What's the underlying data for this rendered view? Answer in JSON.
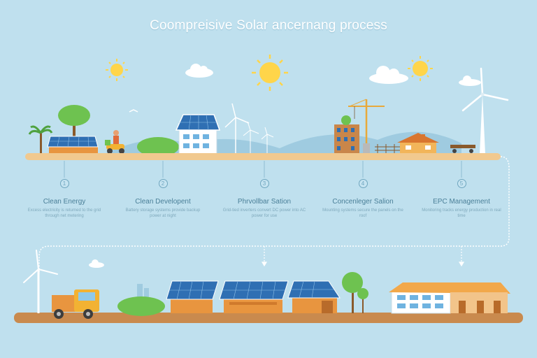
{
  "title": "Coompreisive Solar ancernang process",
  "steps": [
    {
      "num": "1",
      "label": "Clean Energy",
      "desc": "Excess electricity is returned to the grid through net metering"
    },
    {
      "num": "2",
      "label": "Clean Developent",
      "desc": "Battery storage systems provide backup power at night"
    },
    {
      "num": "3",
      "label": "Phrvollbar Sation",
      "desc": "Grid-tied inverters convert DC power into AC power for use"
    },
    {
      "num": "4",
      "label": "Concenleger Salion",
      "desc": "Mounting systems secure the panels on the roof"
    },
    {
      "num": "5",
      "label": "EPC Management",
      "desc": "Monitoring tracks energy production in real time"
    }
  ],
  "colors": {
    "sky": "#bfe0ee",
    "ground": "#f1c98f",
    "ground_bottom": "#c98a4e",
    "panel": "#2f6fb3",
    "accent_orange": "#e8953f",
    "sun": "#ffd54a",
    "tree": "#6ec250"
  }
}
